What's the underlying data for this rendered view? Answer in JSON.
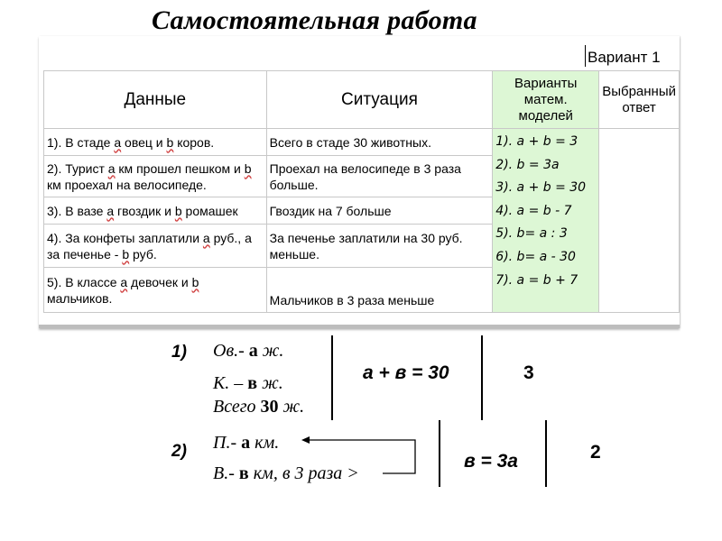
{
  "title": "Самостоятельная работа",
  "variant": "Вариант 1",
  "table": {
    "headers": {
      "data": "Данные",
      "situation": "Ситуация",
      "models": "Варианты матем. моделей",
      "chosen": "Выбранный ответ"
    },
    "rows": [
      {
        "data_parts": [
          "1). В стаде ",
          "а",
          " овец и ",
          "b",
          " коров."
        ],
        "situation": "Всего в стаде 30 животных."
      },
      {
        "data_parts": [
          "2). Турист  ",
          "а",
          " км прошел пешком и  ",
          "b",
          " км проехал на велосипеде."
        ],
        "situation": "Проехал на велосипеде в 3 раза больше."
      },
      {
        "data_parts": [
          "3). В вазе ",
          "а",
          " гвоздик и ",
          "b",
          " ромашек"
        ],
        "situation": "Гвоздик на 7 больше"
      },
      {
        "data_parts": [
          "4). За конфеты заплатили  ",
          "а",
          " руб., а за печенье - ",
          "b",
          " руб."
        ],
        "situation": "За печенье заплатили на 30 руб. меньше."
      },
      {
        "data_parts": [
          "5). В классе ",
          "а",
          " девочек и ",
          "b",
          " мальчиков."
        ],
        "situation": "Мальчиков в 3 раза меньше"
      }
    ],
    "models": [
      "1).  а + b = 3",
      "2).  b = 3а",
      "3). а + b = 30",
      "4).  а = b - 7",
      "5).  b= а : 3",
      "6).   b= а - 30",
      " 7). а = b + 7"
    ]
  },
  "solution1": {
    "num": "1)",
    "line1_pre": "Ов.- ",
    "line1_var": "а",
    "line1_post": " ж.",
    "line2_pre": "К. – ",
    "line2_var": "в",
    "line2_post": " ж.",
    "line3_pre": "Всего ",
    "line3_num": "30",
    "line3_post": " ж.",
    "equation": "а + в = 30",
    "result": "3"
  },
  "solution2": {
    "num": "2)",
    "line1_pre": "П.- ",
    "line1_var": "а",
    "line1_post": "  км.",
    "line2_pre": "В.- ",
    "line2_var": "в",
    "line2_post": " км, в 3 раза >",
    "equation": "в = 3а",
    "result": "2"
  }
}
